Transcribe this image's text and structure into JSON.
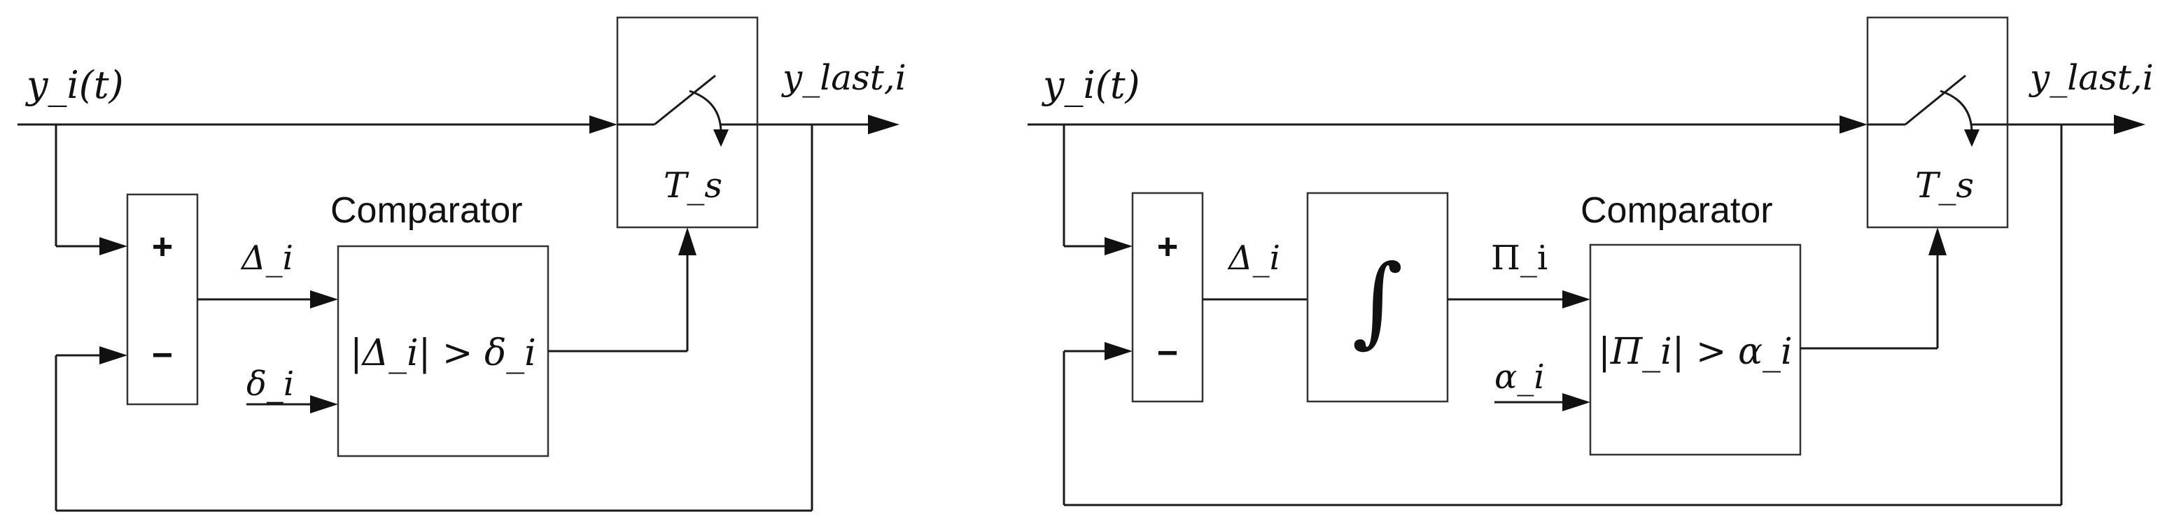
{
  "diagrams": [
    {
      "input_signal": "y_i(t)",
      "output_signal": "y_last,i",
      "sampler_label": "T_s",
      "sum_plus": "+",
      "sum_minus": "−",
      "error_signal": "Δ_i",
      "threshold_signal": "δ_i",
      "comparator_title": "Comparator",
      "comparator_condition": "|Δ_i| > δ_i"
    },
    {
      "input_signal": "y_i(t)",
      "output_signal": "y_last,i",
      "sampler_label": "T_s",
      "sum_plus": "+",
      "sum_minus": "−",
      "error_signal": "Δ_i",
      "integrator_symbol": "∫",
      "integral_signal": "Π_i",
      "threshold_signal": "α_i",
      "comparator_title": "Comparator",
      "comparator_condition": "|Π_i| > α_i"
    }
  ]
}
